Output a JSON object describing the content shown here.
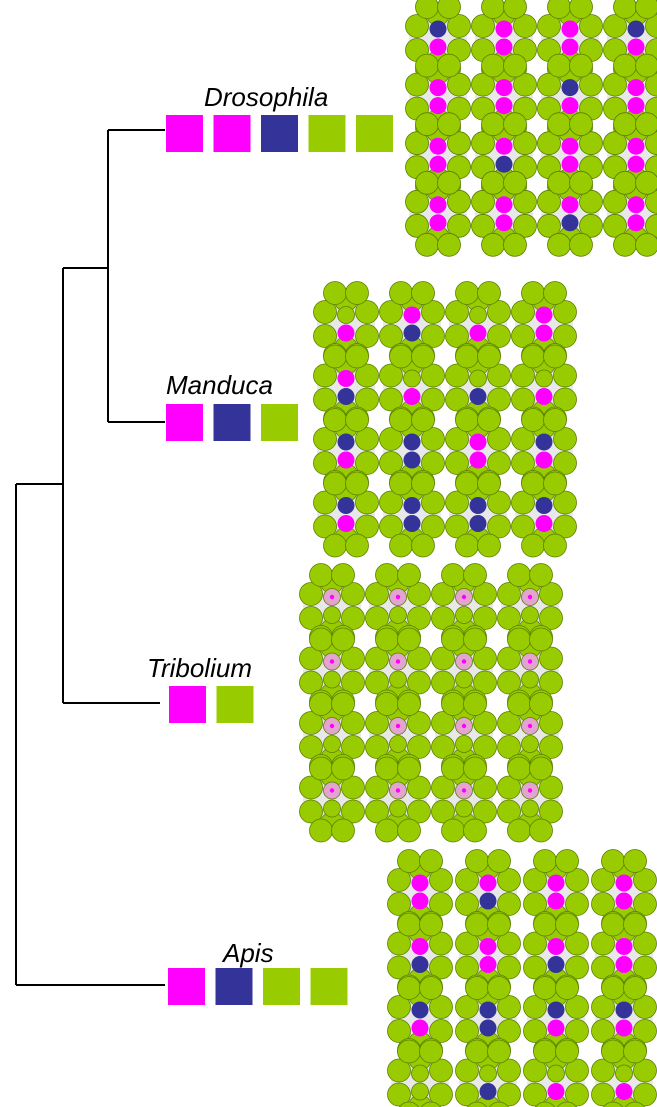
{
  "colors": {
    "pink": "#ff00ff",
    "blue": "#333399",
    "green": "#99cc00",
    "green_outline": "#5a7f00",
    "pink_pale": "#e3a4cf",
    "cell_bg": "#d9d9d9",
    "tree_line": "#000000"
  },
  "taxa": [
    {
      "id": "drosophila",
      "label": "Drosophila",
      "swatches": [
        "pink",
        "pink",
        "blue",
        "green",
        "green"
      ],
      "ommatidia": [
        [
          "bp",
          "pp",
          "pp",
          "bp"
        ],
        [
          "pp",
          "pp",
          "bp",
          "pp"
        ],
        [
          "pp",
          "pb",
          "pp",
          "pp"
        ],
        [
          "pp",
          "pp",
          "pb",
          "pp"
        ]
      ]
    },
    {
      "id": "manduca",
      "label": "Manduca",
      "swatches": [
        "pink",
        "blue",
        "green"
      ],
      "ommatidia": [
        [
          "gp",
          "pb",
          "gp",
          "pp"
        ],
        [
          "pb",
          "gp",
          "gb",
          "gp"
        ],
        [
          "bp",
          "bb",
          "pp",
          "bp"
        ],
        [
          "bp",
          "bb",
          "bb",
          "bp"
        ]
      ]
    },
    {
      "id": "tribolium",
      "label": "Tribolium",
      "swatches": [
        "pink",
        "green"
      ],
      "ommatidia": [
        [
          "xg",
          "xg",
          "xg",
          "xg"
        ],
        [
          "xg",
          "xg",
          "xg",
          "xg"
        ],
        [
          "xg",
          "xg",
          "xg",
          "xg"
        ],
        [
          "xg",
          "xg",
          "xg",
          "xg"
        ]
      ]
    },
    {
      "id": "apis",
      "label": "Apis",
      "swatches": [
        "pink",
        "blue",
        "green",
        "green"
      ],
      "ommatidia": [
        [
          "pp",
          "pb",
          "pp",
          "pp"
        ],
        [
          "pb",
          "pp",
          "pb",
          "pp"
        ],
        [
          "bp",
          "bb",
          "bp",
          "bp"
        ],
        [
          "gg",
          "gb",
          "gp",
          "gp"
        ]
      ]
    }
  ]
}
